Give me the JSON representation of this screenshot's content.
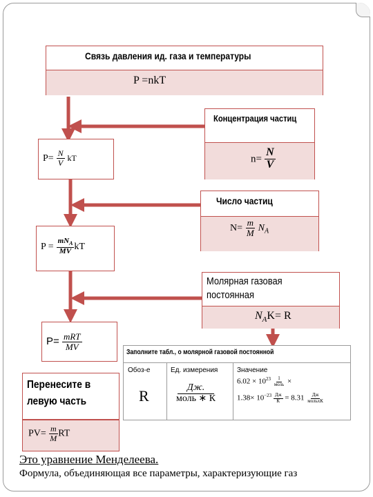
{
  "title_box": {
    "title": "Связь давления ид. газа и температуры",
    "formula": "P =nkT"
  },
  "concentration": {
    "title": "Концентрация частиц",
    "lhs": "n=",
    "num": "N",
    "den": "V"
  },
  "step1": {
    "lhs": "P=",
    "num": "N",
    "den": "V",
    "rhs": "kT"
  },
  "particles": {
    "title": "Число частиц",
    "lhs": "N=",
    "num": "m",
    "den": "M",
    "rhs": "N",
    "rhs_sub": "A"
  },
  "step2": {
    "lhs": "P =",
    "num": "mN",
    "num_sub": "A",
    "den": "MV",
    "rhs": "kT"
  },
  "molar_gas": {
    "title_line1": "Молярная газовая",
    "title_line2": "постоянная",
    "formula_n": "N",
    "formula_sub": "A",
    "formula_rest": "K= R"
  },
  "step3": {
    "lhs": "P=",
    "num": "mRT",
    "den": "MV"
  },
  "table": {
    "title": "Заполните табл., о молярной газовой постоянной",
    "columns": [
      "Обоз-е",
      "Ед. измерения",
      "Значение"
    ],
    "symbol": "R",
    "unit_num": "Дж.",
    "unit_den": "моль ∗ К",
    "value_line1": "6.02 × 10",
    "value_line1_exp": "23",
    "value_line1_fnum": "1",
    "value_line1_fden": "моль",
    "value_line1_tail": "×",
    "value_line2": "1.38× 10",
    "value_line2_exp": "−23",
    "value_line2_fnum": "Дж",
    "value_line2_fden": "К",
    "value_line2_eq": "= 8.31",
    "value_line2_fnum2": "Дж",
    "value_line2_fden2": "мольхК"
  },
  "move_box": {
    "label_line1": "Перенесите в",
    "label_line2": "левую часть"
  },
  "result": {
    "lhs": "PV=",
    "num": "m",
    "den": "M",
    "rhs": "RT"
  },
  "caption1": "Это уравнение Менделеева.",
  "caption2": "Формула, объединяющая все параметры, характеризующие газ",
  "colors": {
    "arrow": "#c0504d",
    "fill": "#f2dcdb",
    "border": "#c0504d"
  }
}
